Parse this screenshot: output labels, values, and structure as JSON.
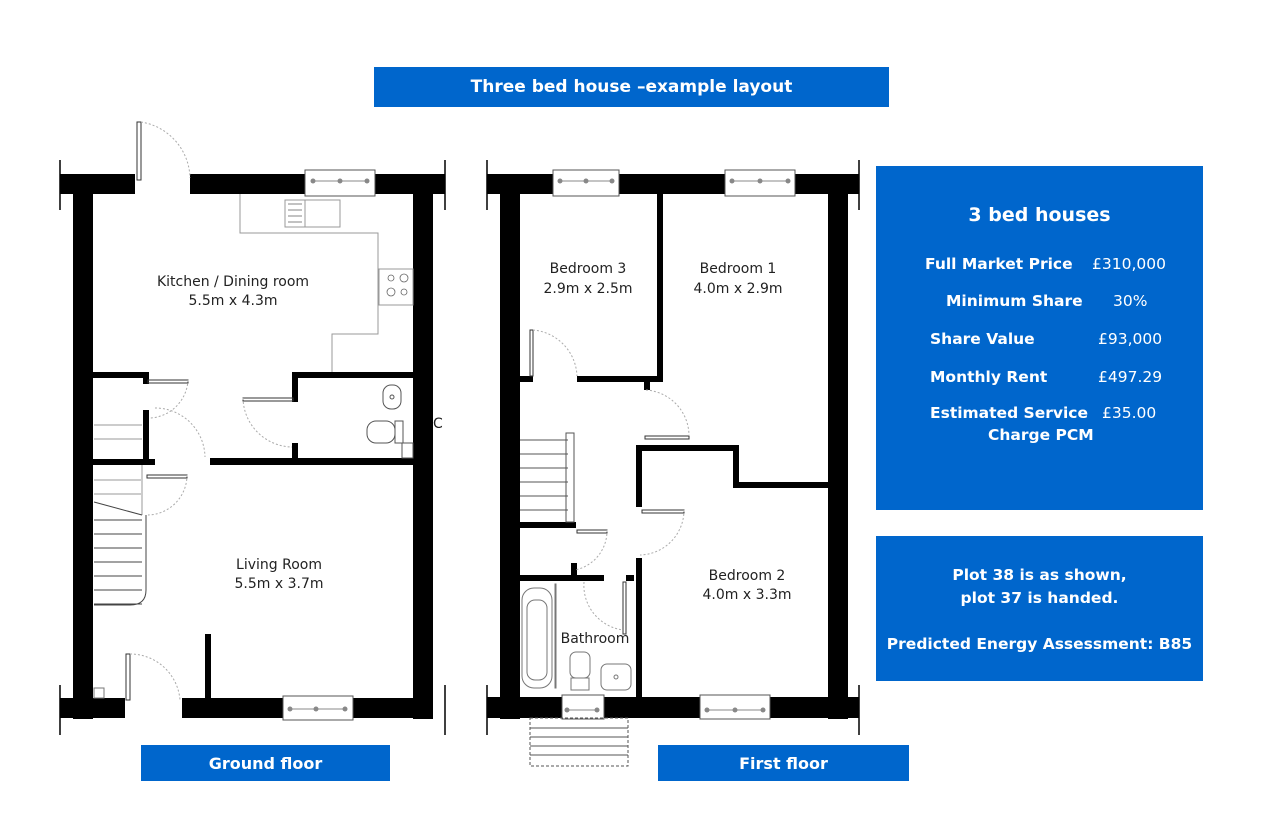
{
  "title": "Three bed house –example layout",
  "floors": {
    "ground": {
      "label": "Ground floor",
      "rooms": [
        {
          "name": "Kitchen / Dining room",
          "dimensions": "5.5m x 4.3m"
        },
        {
          "name": "Living Room",
          "dimensions": "5.5m x 3.7m"
        }
      ],
      "marker": "C"
    },
    "first": {
      "label": "First floor",
      "rooms": [
        {
          "name": "Bedroom 3",
          "dimensions": "2.9m x 2.5m"
        },
        {
          "name": "Bedroom 1",
          "dimensions": "4.0m x 2.9m"
        },
        {
          "name": "Bedroom 2",
          "dimensions": "4.0m x 3.3m"
        },
        {
          "name": "Bathroom",
          "dimensions": ""
        }
      ]
    }
  },
  "pricing": {
    "heading": "3 bed houses",
    "rows": [
      {
        "label": "Full Market Price",
        "value": "£310,000"
      },
      {
        "label": "Minimum Share",
        "value": "30%"
      },
      {
        "label": "Share Value",
        "value": "£93,000"
      },
      {
        "label": "Monthly Rent",
        "value": "£497.29"
      },
      {
        "label": "Estimated Service",
        "label_line2": "Charge PCM",
        "value": "£35.00"
      }
    ]
  },
  "plot_info": {
    "line1": "Plot 38 is as shown,",
    "line2": "plot 37 is handed.",
    "energy": "Predicted Energy Assessment: B85"
  },
  "colors": {
    "accent": "#0066cc",
    "wall": "#000000",
    "text_on_accent": "#ffffff"
  }
}
